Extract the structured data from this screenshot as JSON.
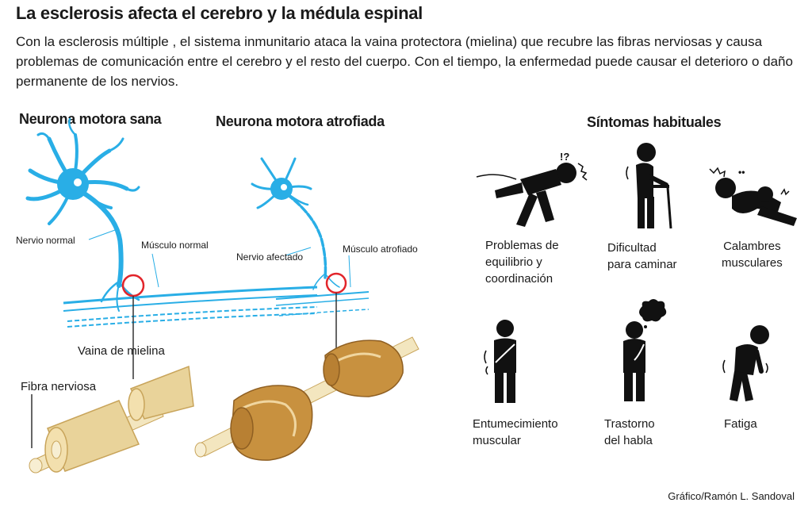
{
  "header": {
    "title": "La esclerosis afecta el cerebro y la médula espinal",
    "intro": "Con la esclerosis múltiple , el sistema inmunitario ataca la vaina protectora (mielina) que recubre las fibras nerviosas y causa problemas de comunicación entre el cerebro y el resto del cuerpo. Con el tiempo, la enfermedad puede causar el deterioro o daño permanente de los nervios."
  },
  "healthy": {
    "heading": "Neurona motora sana",
    "nerve_label": "Nervio normal",
    "muscle_label": "Músculo normal",
    "myelin_label": "Vaina de mielina",
    "fiber_label": "Fibra nerviosa"
  },
  "atrophied": {
    "heading": "Neurona motora atrofiada",
    "nerve_label": "Nervio afectado",
    "muscle_label": "Músculo atrofiado"
  },
  "symptoms": {
    "heading": "Síntomas habituales",
    "items": [
      {
        "lines": [
          "Problemas de",
          "equilibrio y",
          "coordinación"
        ]
      },
      {
        "lines": [
          "Dificultad",
          "para caminar"
        ]
      },
      {
        "lines": [
          "Calambres",
          "musculares"
        ]
      },
      {
        "lines": [
          "Entumecimiento",
          "muscular"
        ]
      },
      {
        "lines": [
          "Trastorno",
          "del habla"
        ]
      },
      {
        "lines": [
          "Fatiga"
        ]
      }
    ]
  },
  "credit": "Gráfico/Ramón L. Sandoval",
  "colors": {
    "neuron": "#29aee6",
    "highlight": "#e2252b",
    "myelin": "#e9d39a",
    "myelin_dark": "#c8a45a",
    "damaged": "#c8913f",
    "figure": "#111111"
  }
}
